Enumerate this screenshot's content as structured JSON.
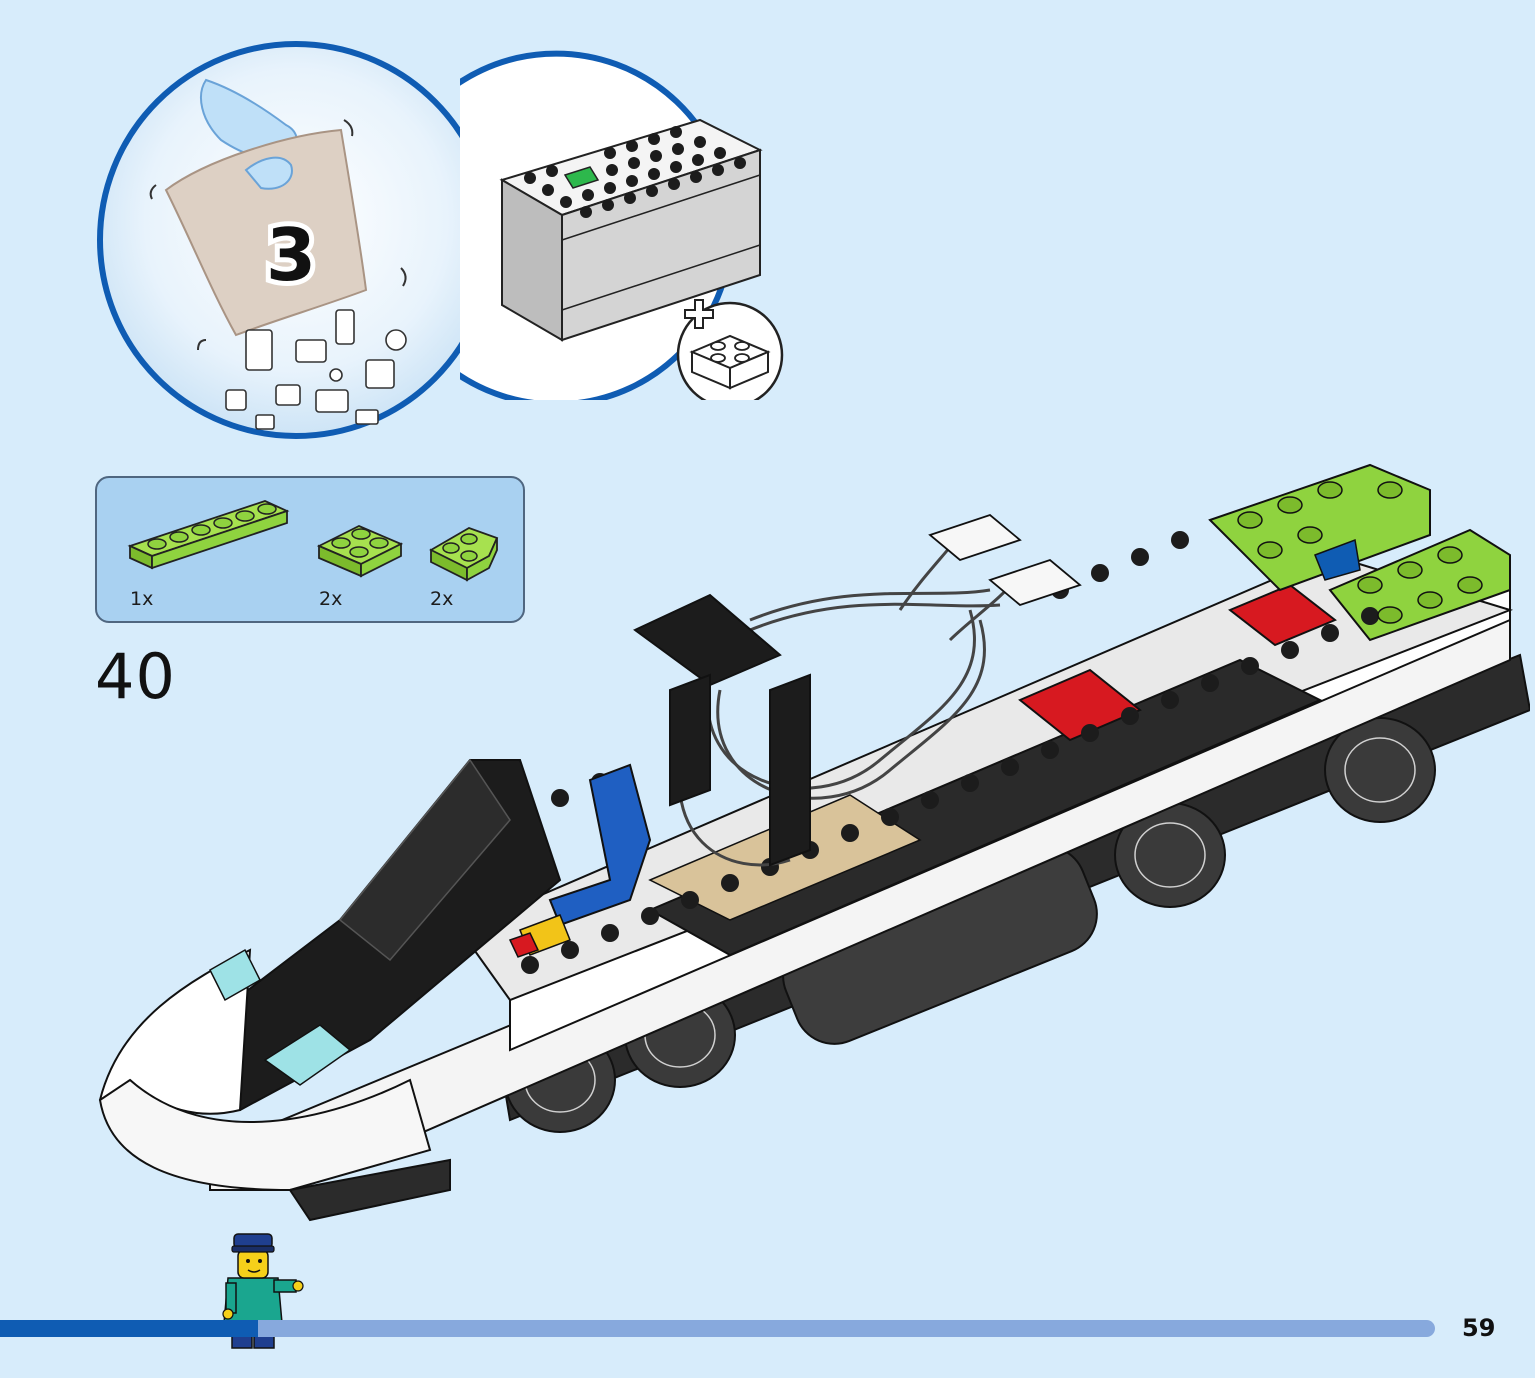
{
  "sub_bag": {
    "number": "3"
  },
  "parts": [
    {
      "name": "plate-1x6-lime",
      "qty": "1x"
    },
    {
      "name": "plate-2x2-lime",
      "qty": "2x"
    },
    {
      "name": "wedge-plate-2x2-lime",
      "qty": "2x"
    }
  ],
  "step": {
    "number": "40"
  },
  "page": {
    "number": "59"
  },
  "progress": {
    "fraction": 0.18
  },
  "colors": {
    "background": "#d7ecfb",
    "accent_blue": "#0f5cb3",
    "lime": "#8fd33f",
    "red": "#d71920",
    "black": "#1c1c1c"
  }
}
